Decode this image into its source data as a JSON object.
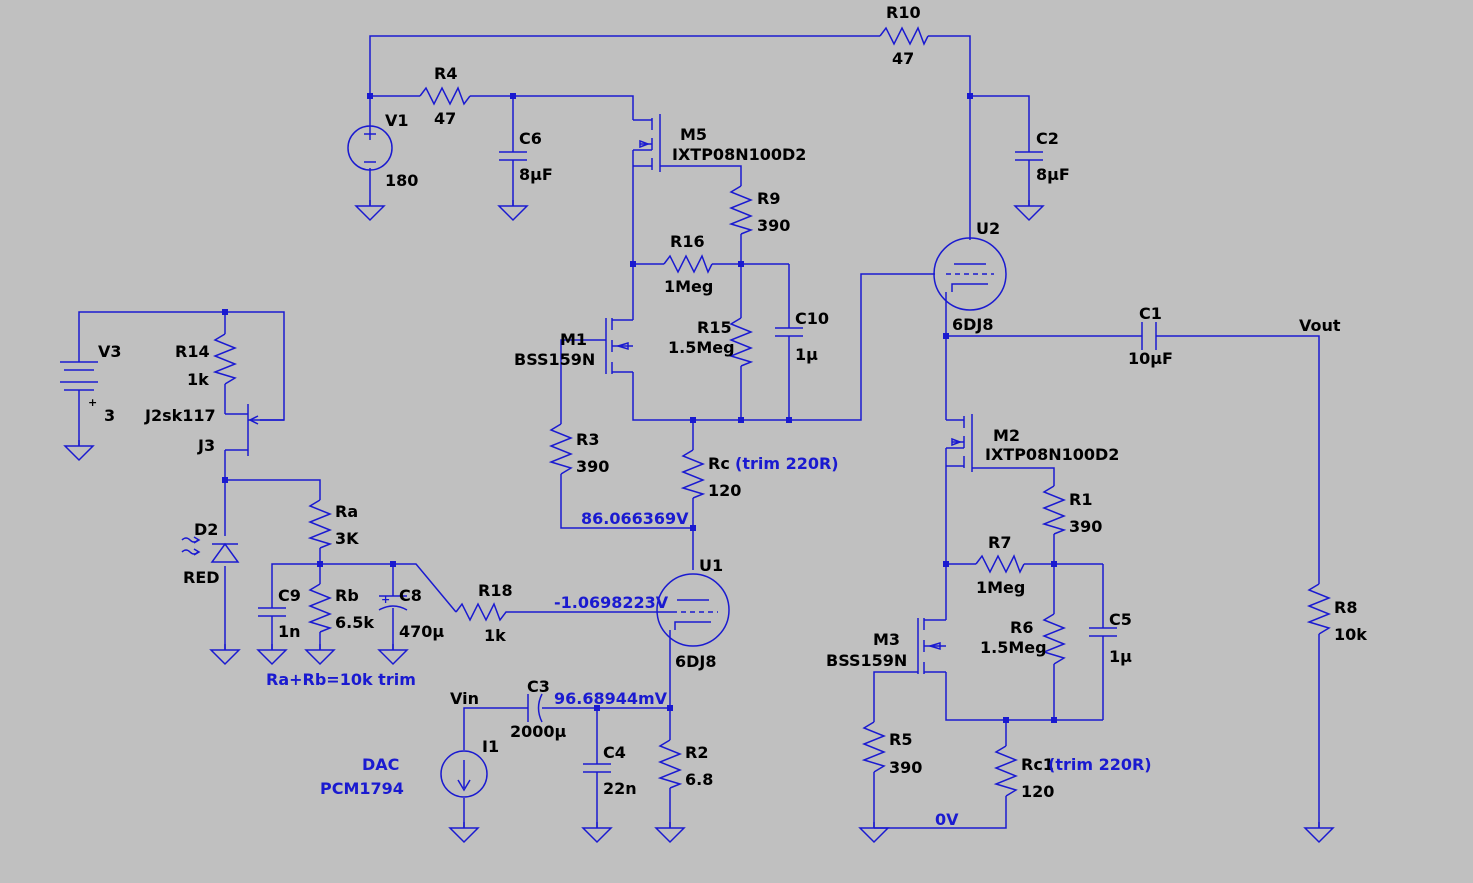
{
  "colors": {
    "background": "#c0c0c0",
    "wire": "#1a1ad0",
    "label": "#000000",
    "annotation": "#1a1ad0"
  },
  "components": {
    "R10": {
      "name": "R10",
      "value": "47"
    },
    "R4": {
      "name": "R4",
      "value": "47"
    },
    "V1": {
      "name": "V1",
      "value": "180"
    },
    "C6": {
      "name": "C6",
      "value": "8µF"
    },
    "C2": {
      "name": "C2",
      "value": "8µF"
    },
    "M5": {
      "name": "M5",
      "value": "IXTP08N100D2"
    },
    "R9": {
      "name": "R9",
      "value": "390"
    },
    "R16": {
      "name": "R16",
      "value": "1Meg"
    },
    "U2": {
      "name": "U2",
      "value": "6DJ8"
    },
    "M1": {
      "name": "M1",
      "value": "BSS159N"
    },
    "R15": {
      "name": "R15",
      "value": "1.5Meg"
    },
    "C10": {
      "name": "C10",
      "value": "1µ"
    },
    "C1": {
      "name": "C1",
      "value": "10µF"
    },
    "Vout": {
      "name": "Vout"
    },
    "V3": {
      "name": "V3",
      "value": "3"
    },
    "R14": {
      "name": "R14",
      "value": "1k"
    },
    "J3": {
      "name": "J3",
      "value": "J2sk117"
    },
    "M2": {
      "name": "M2",
      "value": "IXTP08N100D2"
    },
    "R3": {
      "name": "R3",
      "value": "390"
    },
    "Rc": {
      "name": "Rc",
      "value": "120",
      "note": "(trim 220R)"
    },
    "R1": {
      "name": "R1",
      "value": "390"
    },
    "D2": {
      "name": "D2",
      "value": "RED"
    },
    "Ra": {
      "name": "Ra",
      "value": "3K"
    },
    "R7": {
      "name": "R7",
      "value": "1Meg"
    },
    "C5": {
      "name": "C5",
      "value": "1µ"
    },
    "C9": {
      "name": "C9",
      "value": "1n"
    },
    "Rb": {
      "name": "Rb",
      "value": "6.5k"
    },
    "C8": {
      "name": "C8",
      "value": "470µ"
    },
    "R18": {
      "name": "R18",
      "value": "1k"
    },
    "U1": {
      "name": "U1",
      "value": "6DJ8"
    },
    "R8": {
      "name": "R8",
      "value": "10k"
    },
    "M3": {
      "name": "M3",
      "value": "BSS159N"
    },
    "R6": {
      "name": "R6",
      "value": "1.5Meg"
    },
    "C3": {
      "name": "C3",
      "value": "2000µ"
    },
    "Vin": {
      "name": "Vin"
    },
    "I1": {
      "name": "I1"
    },
    "C4": {
      "name": "C4",
      "value": "22n"
    },
    "R2": {
      "name": "R2",
      "value": "6.8"
    },
    "R5": {
      "name": "R5",
      "value": "390"
    },
    "Rc1": {
      "name": "Rc1",
      "value": "120",
      "note": "(trim 220R)"
    }
  },
  "annotations": {
    "node_voltage_anode": "86.066369V",
    "node_voltage_grid": "-1.0698223V",
    "node_voltage_cathode": "96.68944mV",
    "trim_note": "Ra+Rb=10k trim",
    "dac_label": "DAC",
    "dac_part": "PCM1794",
    "ground_label": "0V"
  }
}
